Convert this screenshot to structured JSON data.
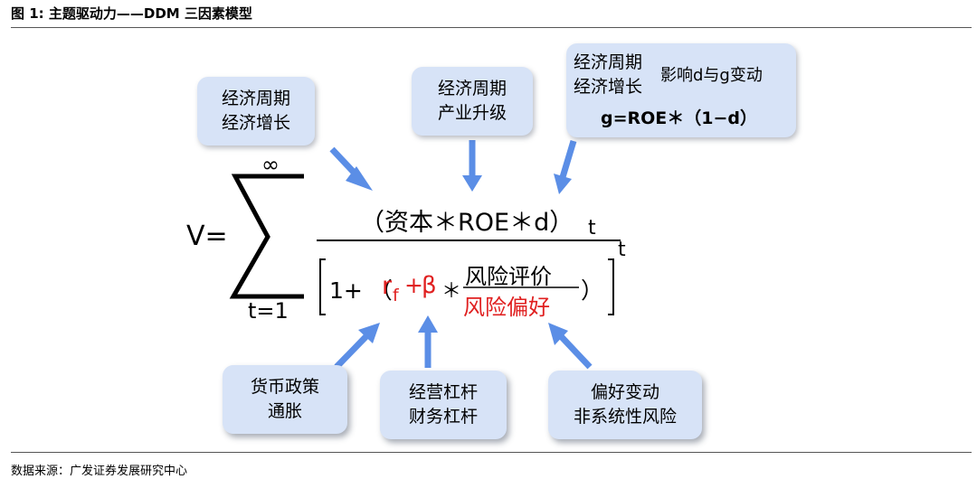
{
  "figure": {
    "title": "图 1:  主题驱动力——DDM 三因素模型",
    "source": "数据来源：广发证券发展研究中心"
  },
  "boxes_top": {
    "cycle_growth": {
      "line1": "经济周期",
      "line2": "经济增长"
    },
    "cycle_upgrade": {
      "line1": "经济周期",
      "line2": "产业升级"
    },
    "dg": {
      "line1": "经济周期",
      "line2": "经济增长",
      "side": "影响d与g变动",
      "formula": "g=ROE＊（1−d）"
    }
  },
  "boxes_bottom": {
    "monetary": {
      "line1": "货币政策",
      "line2": "通胀"
    },
    "leverage": {
      "line1": "经营杠杆",
      "line2": "财务杠杆"
    },
    "preference": {
      "line1": "偏好变动",
      "line2": "非系统性风险"
    }
  },
  "formula": {
    "lhs": "V=",
    "sum_upper": "∞",
    "sum_lower": "t=1",
    "numerator": "（资本＊ROE＊d）",
    "num_sub": "t",
    "den_open": "1+ （",
    "rf_r": "r",
    "rf_f": "f",
    "plus": "+",
    "beta": "β",
    "times": "＊",
    "risk_eval": "风险评价",
    "risk_pref": "风险偏好",
    "den_close": "）",
    "exponent": "t"
  },
  "colors": {
    "box_fill": "#d7e3f7",
    "arrow": "#5b8ee6",
    "highlight": "#e02020"
  }
}
